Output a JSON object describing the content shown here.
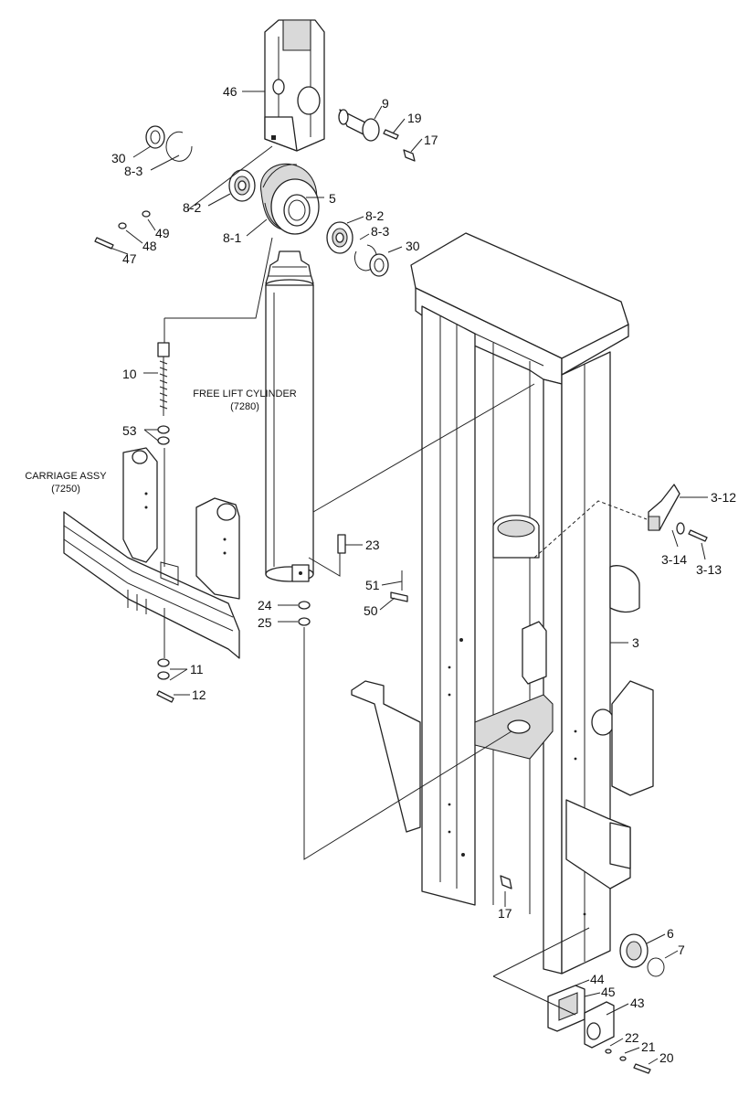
{
  "callouts": [
    {
      "id": "c46",
      "text": "46"
    },
    {
      "id": "c9",
      "text": "9"
    },
    {
      "id": "c19",
      "text": "19"
    },
    {
      "id": "c17a",
      "text": "17"
    },
    {
      "id": "c30a",
      "text": "30"
    },
    {
      "id": "c83a",
      "text": "8-3"
    },
    {
      "id": "c82a",
      "text": "8-2"
    },
    {
      "id": "c5",
      "text": "5"
    },
    {
      "id": "c49",
      "text": "49"
    },
    {
      "id": "c48",
      "text": "48"
    },
    {
      "id": "c47",
      "text": "47"
    },
    {
      "id": "c81",
      "text": "8-1"
    },
    {
      "id": "c82b",
      "text": "8-2"
    },
    {
      "id": "c83b",
      "text": "8-3"
    },
    {
      "id": "c30b",
      "text": "30"
    },
    {
      "id": "c10",
      "text": "10"
    },
    {
      "id": "c53",
      "text": "53"
    },
    {
      "id": "c312",
      "text": "3-12"
    },
    {
      "id": "c314",
      "text": "3-14"
    },
    {
      "id": "c313",
      "text": "3-13"
    },
    {
      "id": "c23",
      "text": "23"
    },
    {
      "id": "c51",
      "text": "51"
    },
    {
      "id": "c50",
      "text": "50"
    },
    {
      "id": "c24",
      "text": "24"
    },
    {
      "id": "c25",
      "text": "25"
    },
    {
      "id": "c3",
      "text": "3"
    },
    {
      "id": "c11",
      "text": "11"
    },
    {
      "id": "c12",
      "text": "12"
    },
    {
      "id": "c17b",
      "text": "17"
    },
    {
      "id": "c6",
      "text": "6"
    },
    {
      "id": "c7",
      "text": "7"
    },
    {
      "id": "c44",
      "text": "44"
    },
    {
      "id": "c45",
      "text": "45"
    },
    {
      "id": "c43",
      "text": "43"
    },
    {
      "id": "c22",
      "text": "22"
    },
    {
      "id": "c21",
      "text": "21"
    },
    {
      "id": "c20",
      "text": "20"
    }
  ],
  "assemblies": {
    "free_lift_cylinder": {
      "name": "FREE LIFT CYLINDER",
      "code": "(7280)"
    },
    "carriage": {
      "name": "CARRIAGE ASSY",
      "code": "(7250)"
    }
  }
}
